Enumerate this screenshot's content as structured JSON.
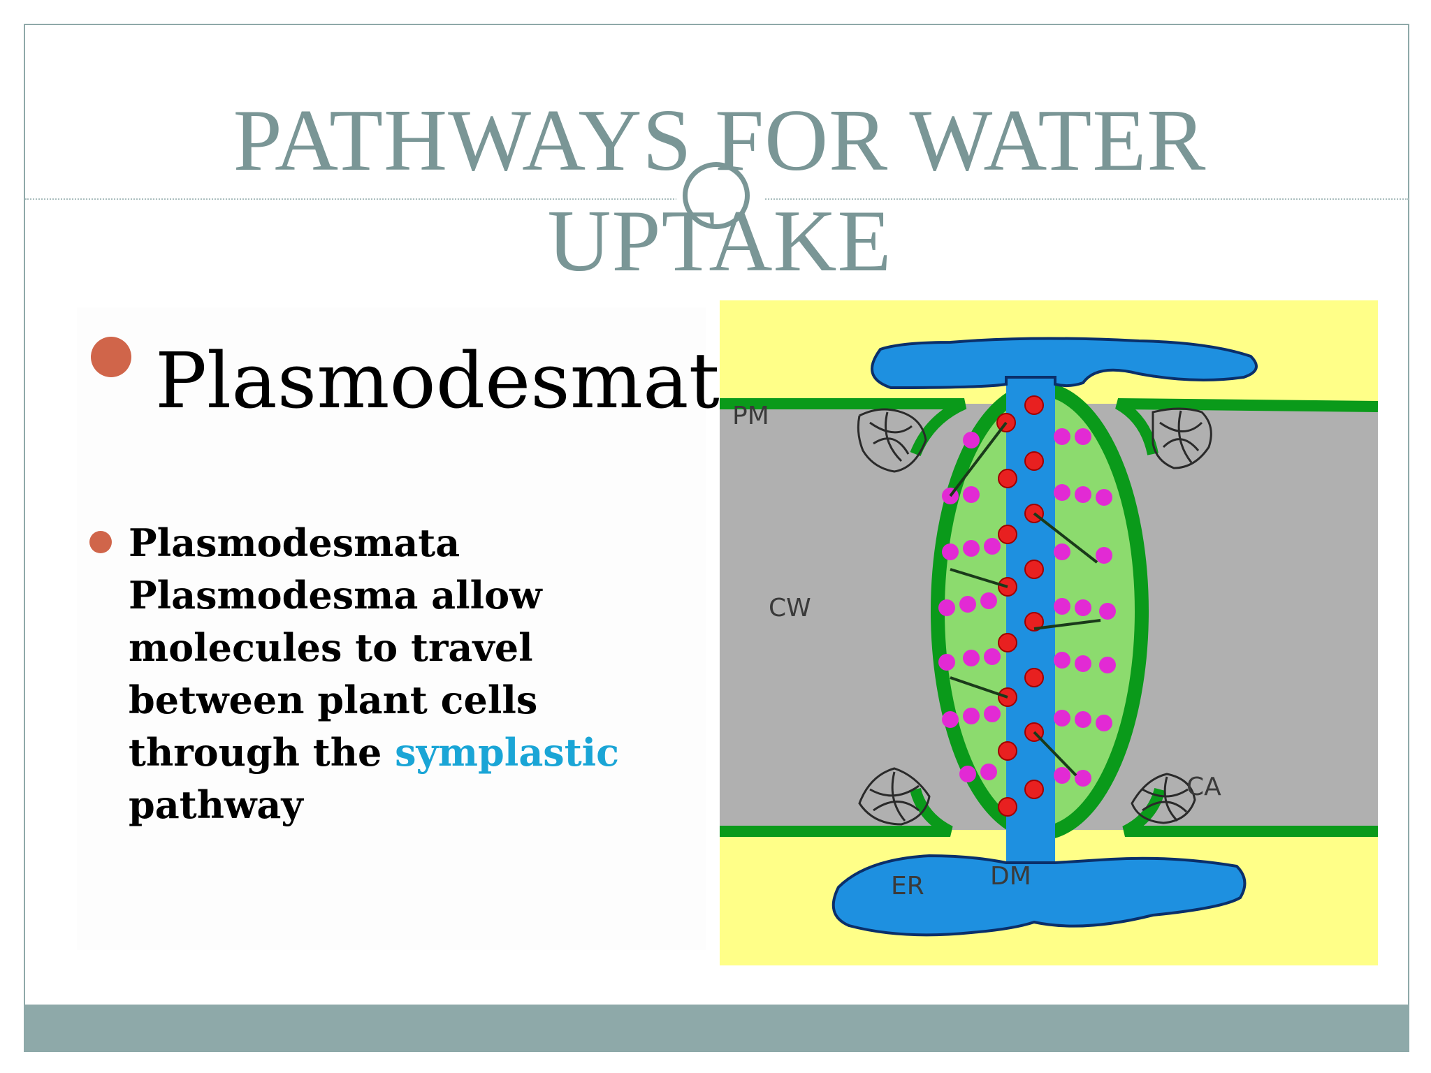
{
  "slide": {
    "title": "PATHWAYS FOR WATER UPTAKE"
  },
  "content": {
    "bullet_main": "Plasmodesmata",
    "bullet_sub_before": "Plasmodesmata Plasmodesma allow molecules to travel between plant cells through the ",
    "bullet_sub_highlight": "symplastic",
    "bullet_sub_after": " pathway"
  },
  "diagram": {
    "labels": {
      "pm": "PM",
      "cw": "CW",
      "ca": "CA",
      "er": "ER",
      "dm": "DM"
    }
  },
  "colors": {
    "title": "#7a9696",
    "bullet": "#d0654a",
    "highlight": "#1aa5d6",
    "footer": "#8ea9a9",
    "cytoplasm": "#ffff88",
    "cell_wall": "#b0b0b0",
    "membrane": "#0a9a1a",
    "er": "#1e90e0",
    "channel": "#8cdb6e",
    "protein_red": "#e82020",
    "protein_magenta": "#e22ad4"
  }
}
